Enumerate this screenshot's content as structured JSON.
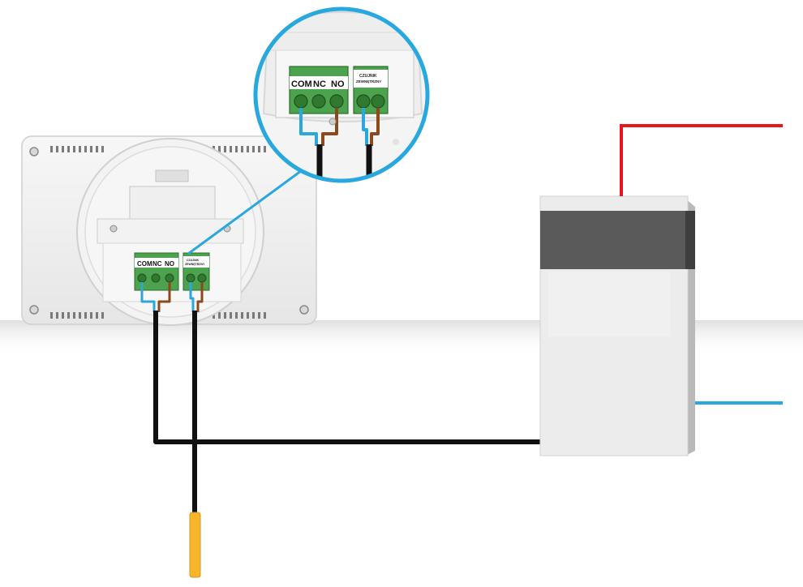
{
  "terminals": {
    "com": "COM",
    "nc": "NC",
    "no": "NO",
    "sensor_line1": "CZUJNIK",
    "sensor_line2": "ZEWNĘTRZNY"
  },
  "colors": {
    "callout_ring": "#29a8e0",
    "thermostat_body": "#f2f2f2",
    "terminal_green": "#3f9c3f",
    "wire_black": "#111111",
    "wire_blue": "#29a8e0",
    "wire_brown": "#8a4a1c",
    "pipe_red": "#e8151b",
    "pipe_blue": "#29a8e0",
    "boiler_body": "#ececec",
    "boiler_band": "#5a5a5a",
    "sensor_probe": "#f7b52a"
  }
}
